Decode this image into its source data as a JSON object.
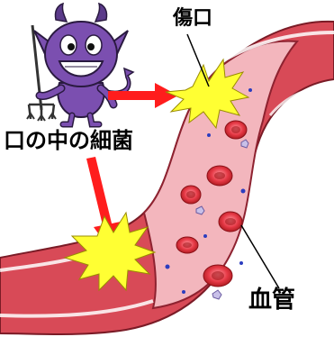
{
  "labels": {
    "wound": "傷口",
    "bacteria": "口の中の細菌",
    "vessel": "血管"
  },
  "colors": {
    "vessel_outer": "#d84a57",
    "vessel_inner": "#f3b6bd",
    "devil": "#7b4fb0",
    "arrow": "#ff1d1d",
    "burst": "#ffff33"
  }
}
